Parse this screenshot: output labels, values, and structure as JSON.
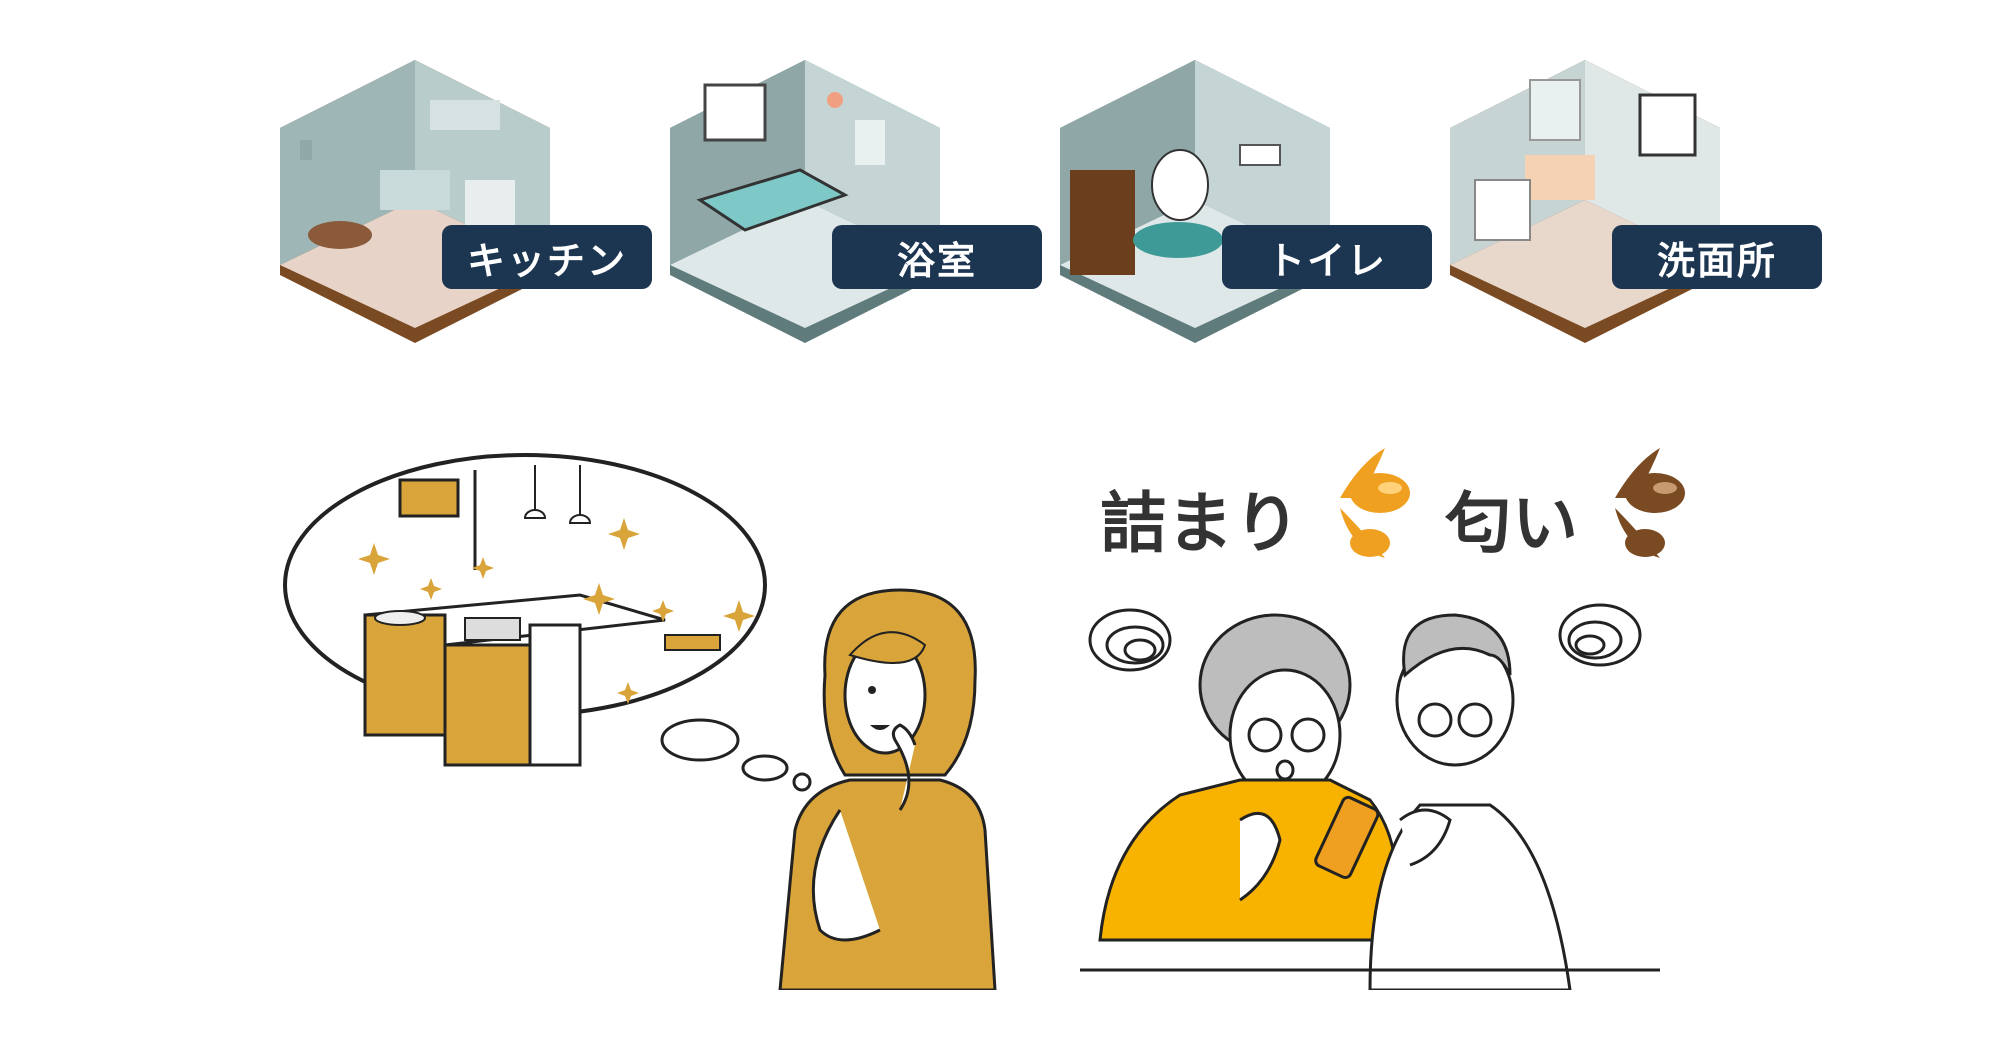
{
  "rooms": [
    {
      "label": "キッチン",
      "floor": "#8a5a2e"
    },
    {
      "label": "浴室",
      "floor": "#6f8b8b"
    },
    {
      "label": "トイレ",
      "floor": "#6f8b8b"
    },
    {
      "label": "洗面所",
      "floor": "#8a5a2e"
    }
  ],
  "problems": {
    "clog_label": "詰まり",
    "smell_label": "匂い"
  },
  "colors": {
    "label_bg": "#1c3550",
    "mustard": "#d9a43a",
    "orange": "#f0a020",
    "brown": "#7a4a22"
  }
}
